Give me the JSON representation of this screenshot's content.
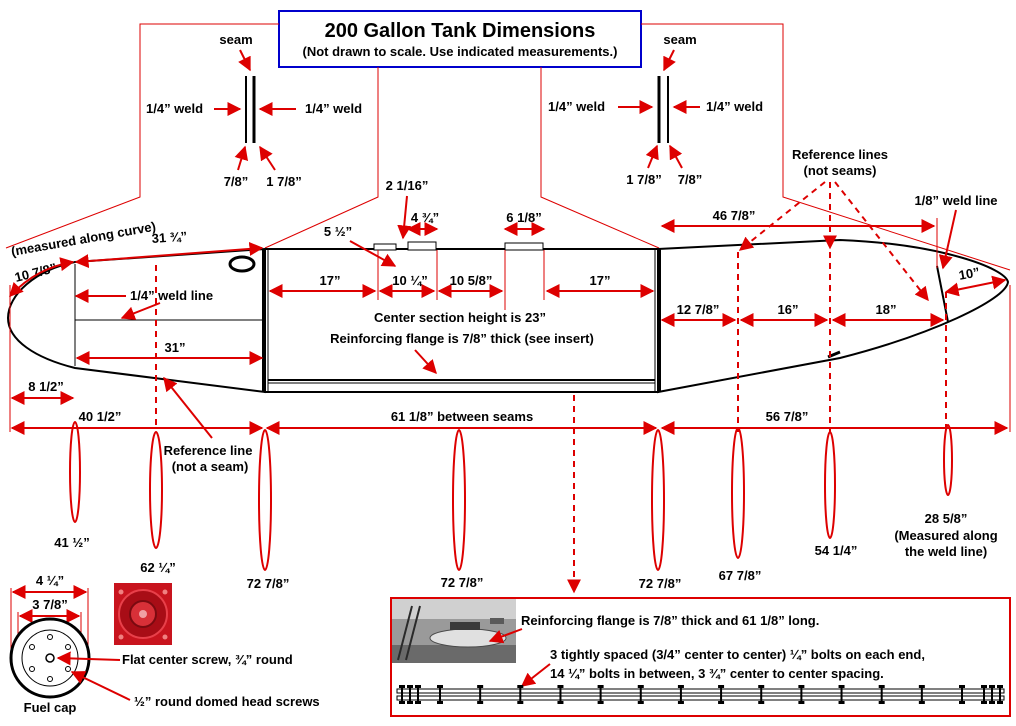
{
  "title": {
    "main": "200 Gallon Tank Dimensions",
    "sub": "(Not drawn to scale. Use indicated measurements.)"
  },
  "colors": {
    "accent": "#dd0000",
    "title_border": "#0000cc",
    "line": "#000000"
  },
  "left_detail": {
    "seam": "seam",
    "weld_left": "1/4” weld",
    "weld_right": "1/4” weld",
    "dim_a": "7/8”",
    "dim_b": "1 7/8”"
  },
  "right_detail": {
    "seam": "seam",
    "weld_left": "1/4” weld",
    "weld_right": "1/4” weld",
    "dim_a": "1 7/8”",
    "dim_b": "7/8”"
  },
  "left_section": {
    "curve_note": "(measured along curve)",
    "curve_len": "31 ¾”",
    "nose_curve": "10 7/8”",
    "weld_line": "1/4” weld line",
    "ref_len": "31”",
    "nose_len": "8 1/2”",
    "total": "40 1/2”",
    "ref_label_1": "Reference line",
    "ref_label_2": "(not a seam)"
  },
  "center_section": {
    "fitting_a": "2 1/16”",
    "fitting_b": "4 ¾”",
    "fitting_c": "6 1/8”",
    "fitting_d": "5 ½”",
    "span_1": "17”",
    "span_2": "10 ¼”",
    "span_3": "10 5/8”",
    "span_4": "17”",
    "height_note": "Center section height is 23”",
    "flange_note": "Reinforcing flange is 7/8” thick (see insert)",
    "between_seams": "61 1/8” between seams"
  },
  "right_section": {
    "ref_title_1": "Reference lines",
    "ref_title_2": "(not seams)",
    "weld_line": "1/8” weld line",
    "top_len": "46 7/8”",
    "tail_len": "10”",
    "seg_1": "12 7/8”",
    "seg_2": "16”",
    "seg_3": "18”",
    "total": "56 7/8”"
  },
  "circumferences": {
    "c1": "41 ½”",
    "c2": "62 ¼”",
    "c3": "72 7/8”",
    "c4": "72 7/8”",
    "c5": "72 7/8”",
    "c6": "67 7/8”",
    "c7": "54 1/4”",
    "c8": "28 5/8”",
    "c8_note_1": "(Measured along",
    "c8_note_2": "the weld line)"
  },
  "fuel_cap": {
    "outer": "4 ¼”",
    "inner": "3 7/8”",
    "label": "Fuel cap",
    "screw_note": "Flat center screw, ¾” round",
    "domed_note": "½” round domed head screws"
  },
  "insert": {
    "line_1": "Reinforcing flange is 7/8” thick and 61 1/8” long.",
    "line_2": "3 tightly spaced (3/4” center to center) ¼” bolts on each end,",
    "line_3": "14 ¼” bolts in between, 3 ¾” center to center spacing."
  }
}
